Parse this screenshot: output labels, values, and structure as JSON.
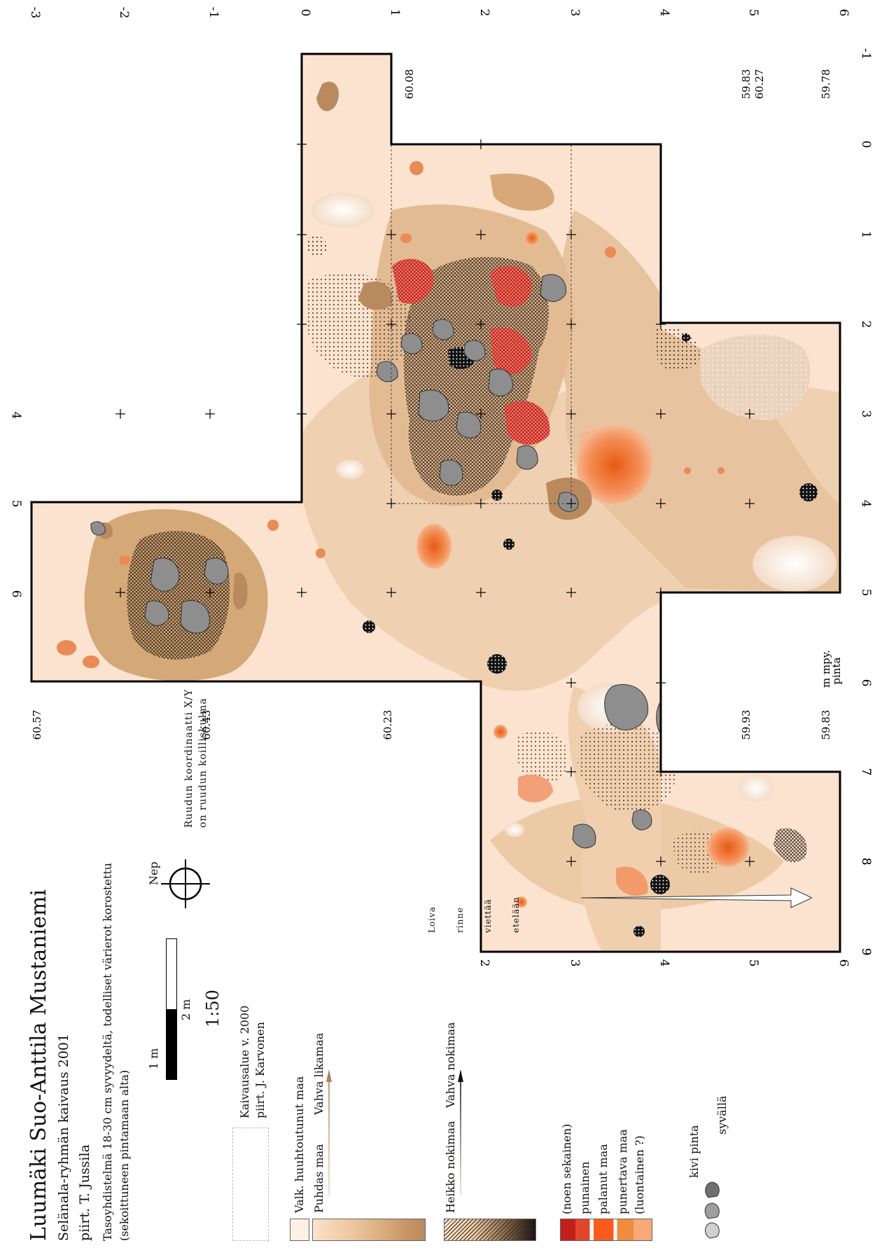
{
  "map": {
    "title": "Luumäki Suo-Anttila Mustaniemi",
    "subtitle": "Selänala-ryhmän kaivaus 2001",
    "author": "piirt. T. Jussila",
    "description_line1": "Tasoyhdistelmä 18-30 cm syvyydeltä, todelliset värierot korostettu",
    "description_line2": "(sekoittuneen pintamaan alta)",
    "north_label": "Nep",
    "grid_note_line1": "Ruudun koordinaatti X/Y",
    "grid_note_line2": "on ruudun koilliskulma",
    "scale_label_1m": "1 m",
    "scale_label_2m": "2 m",
    "scale_ratio": "1:50",
    "previous_area_line1": "Kaivausalue v. 2000",
    "previous_area_line2": "piirt. J. Karvonen",
    "slope_words": [
      "Loiva",
      "rinne",
      "viettää",
      "etelään"
    ],
    "elevation_unit_line1": "m mpy.",
    "elevation_unit_line2": "pinta",
    "colors": {
      "base": "#fbe3cf",
      "mid": "#f1cfae",
      "dark_soil": "#d9a878",
      "brown": "#b98a5e",
      "red": "#e0462a",
      "orange": "#f07a30",
      "stone": "#909090",
      "white_soil": "#fdf6ee"
    }
  },
  "axes": {
    "top_y": [
      "-3",
      "-2",
      "-1",
      "0",
      "1",
      "2",
      "3",
      "4",
      "5",
      "6"
    ],
    "right_x": [
      "-1",
      "0",
      "1",
      "2",
      "3",
      "4",
      "5",
      "6",
      "7",
      "8",
      "9"
    ],
    "left_x": [
      "4",
      "5",
      "6"
    ],
    "bottom_y_left": [
      "2",
      "3",
      "4",
      "5",
      "6"
    ],
    "mid_x_labels": [
      "0",
      "1",
      "2",
      "3",
      "4",
      "5"
    ],
    "inner_x_labels": [
      "7",
      "8",
      "9"
    ]
  },
  "elevations": [
    {
      "label": "60.57"
    },
    {
      "label": "60.43"
    },
    {
      "label": "60.23"
    },
    {
      "label": "59.93"
    },
    {
      "label": "59.83"
    },
    {
      "label": "60.27"
    },
    {
      "label": "60.08"
    },
    {
      "label": "59.83"
    },
    {
      "label": "59.78"
    }
  ],
  "legend": {
    "white_soil": "Valk. huuhtoutunut maa",
    "clean": "Puhdas maa",
    "strong_dirty": "Vahva likamaa",
    "weak_soot": "Heikko nokimaa",
    "strong_soot": "Vahva nokimaa",
    "red_soot_mixed": "(noen sekainen)",
    "red": "punainen",
    "burnt": "palanut maa",
    "reddish": "punertava maa",
    "reddish_natural": "(luontainen ?)",
    "stone_surface": "kivi pinta",
    "stone_deep": "syvällä"
  }
}
